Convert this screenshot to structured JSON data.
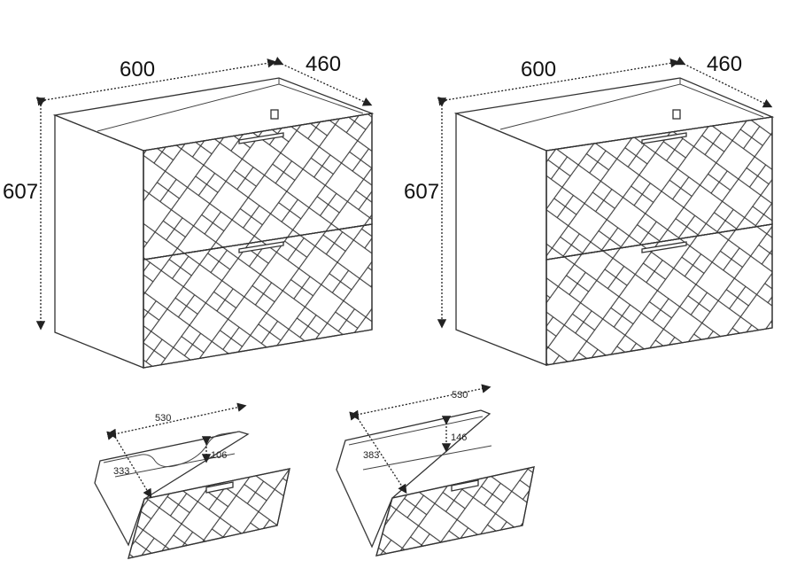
{
  "cabinets": [
    {
      "width": "600",
      "depth": "460",
      "height": "607"
    },
    {
      "width": "600",
      "depth": "460",
      "height": "607"
    }
  ],
  "drawers": [
    {
      "width": "530",
      "depth": "333",
      "height": "106"
    },
    {
      "width": "530",
      "depth": "383",
      "height": "146"
    }
  ],
  "colors": {
    "line": "#333333",
    "background": "#ffffff"
  }
}
